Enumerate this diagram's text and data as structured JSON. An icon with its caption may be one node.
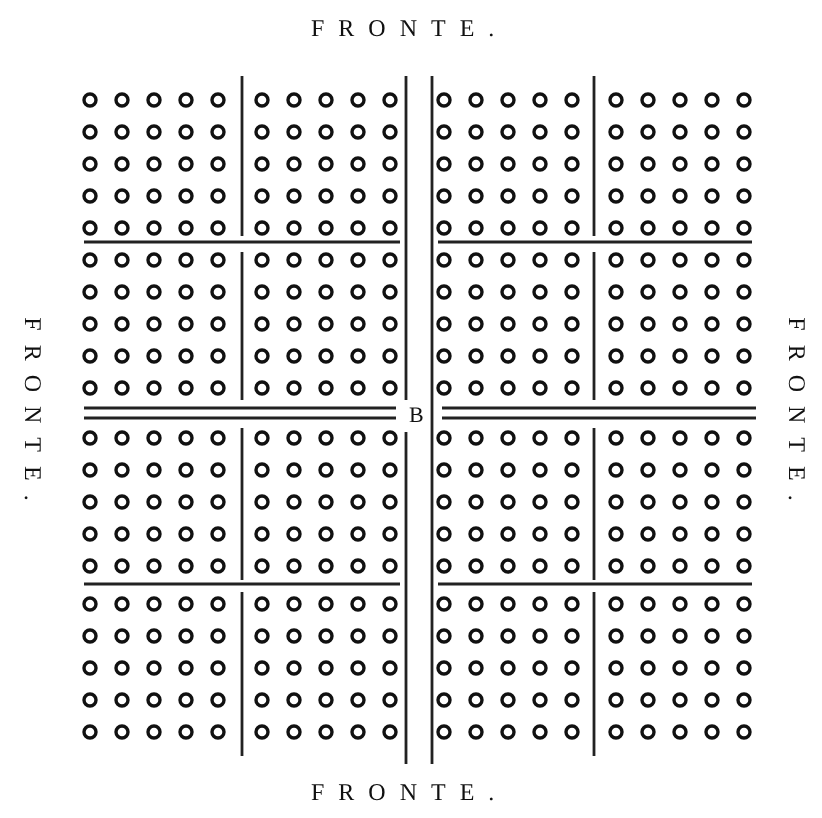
{
  "diagram": {
    "labels": [
      "FRONTE.",
      "FRONTE.",
      "B",
      "FRONTE.",
      "FRONTE."
    ]
  }
}
